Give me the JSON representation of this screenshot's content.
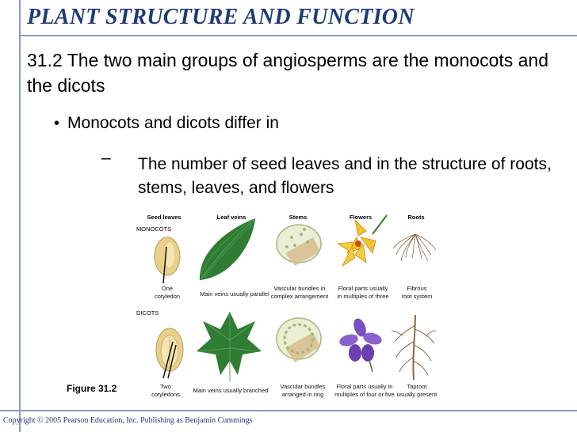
{
  "slide": {
    "title": "PLANT STRUCTURE AND FUNCTION",
    "heading": "31.2 The two main groups of angiosperms are the monocots and the dicots",
    "bullet_marker": "•",
    "bullet": "Monocots and dicots differ in",
    "sub_marker": "–",
    "sub_bullet": "The number of seed leaves and in the structure of roots, stems, leaves, and flowers",
    "copyright": "Copyright © 2005 Pearson Education, Inc. Publishing as Benjamin Cummings"
  },
  "figure": {
    "caption": "Figure  31.2",
    "columns": [
      "Seed leaves",
      "Leaf veins",
      "Stems",
      "Flowers",
      "Roots"
    ],
    "rows": [
      {
        "name": "MONOCOTS",
        "labels": [
          "One\ncotyledon",
          "Main veins usually parallel",
          "Vascular bundles in\ncomplex arrangement",
          "Floral parts usually\nin multiples of three",
          "Fibrous\nroot system"
        ]
      },
      {
        "name": "DICOTS",
        "labels": [
          "Two\ncotyledons",
          "Main veins usually branched",
          "Vascular bundles\narranged in ring",
          "Floral parts usually in\nmultiples of four or five",
          "Taproot\nusually present"
        ]
      }
    ],
    "colors": {
      "leaf": "#2e7d32",
      "flower_mono": "#f2c230",
      "flower_dicot": "#7a4fbf",
      "stem": "#c9dba0",
      "root": "#8a6a4a"
    }
  }
}
